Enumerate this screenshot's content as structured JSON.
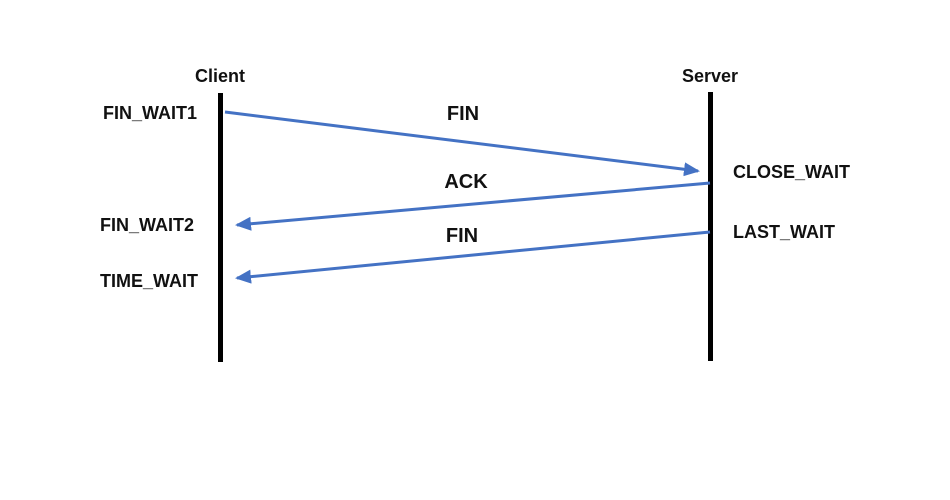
{
  "diagram": {
    "kind": "tcp-connection-termination-sequence",
    "actors": [
      {
        "name": "Client"
      },
      {
        "name": "Server"
      }
    ],
    "client_states": [
      {
        "label": "FIN_WAIT1"
      },
      {
        "label": "FIN_WAIT2"
      },
      {
        "label": "TIME_WAIT"
      }
    ],
    "server_states": [
      {
        "label": "CLOSE_WAIT"
      },
      {
        "label": "LAST_WAIT"
      }
    ],
    "messages": [
      {
        "label": "FIN",
        "from": "Client",
        "to": "Server"
      },
      {
        "label": "ACK",
        "from": "Server",
        "to": "Client"
      },
      {
        "label": "FIN",
        "from": "Server",
        "to": "Client"
      }
    ],
    "colors": {
      "arrow": "#4472C4",
      "lifeline": "#000000",
      "text": "#111111",
      "background": "#ffffff"
    }
  }
}
